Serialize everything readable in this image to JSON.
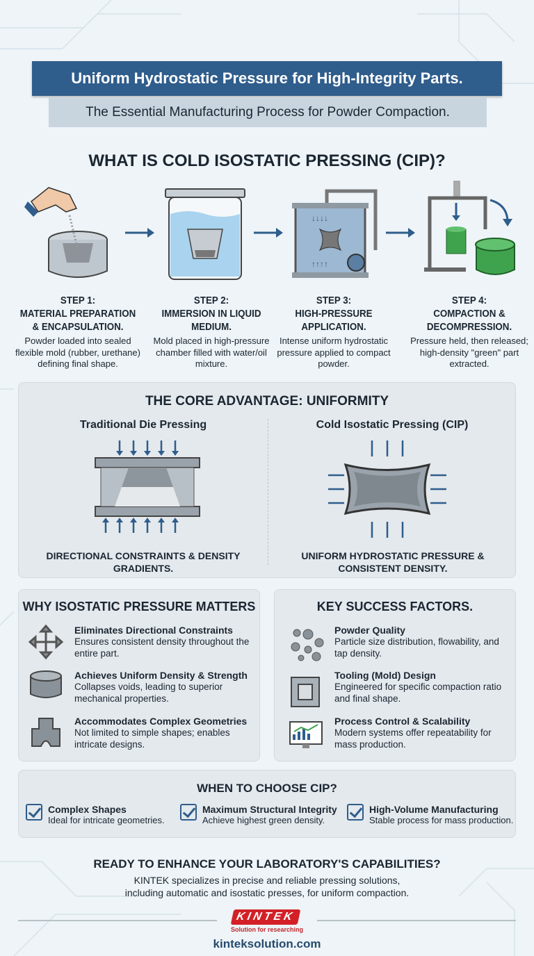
{
  "header": {
    "title": "Uniform Hydrostatic Pressure for High-Integrity Parts.",
    "subtitle": "The Essential Manufacturing Process for Powder Compaction."
  },
  "what_is": {
    "heading": "WHAT IS COLD ISOSTATIC PRESSING (CIP)?",
    "steps": [
      {
        "label": "STEP 1:",
        "title": "MATERIAL PREPARATION & ENCAPSULATION.",
        "desc": "Powder loaded into sealed flexible mold (rubber, urethane) defining final shape.",
        "icon": "hand-pouring-powder-icon"
      },
      {
        "label": "STEP 2:",
        "title": "IMMERSION IN LIQUID MEDIUM.",
        "desc": "Mold placed in high-pressure chamber filled with water/oil mixture.",
        "icon": "liquid-tank-icon"
      },
      {
        "label": "STEP 3:",
        "title": "HIGH-PRESSURE APPLICATION.",
        "desc": "Intense uniform hydrostatic pressure applied to compact powder.",
        "icon": "pressure-chamber-icon"
      },
      {
        "label": "STEP 4:",
        "title": "COMPACTION & DECOMPRESSION.",
        "desc": "Pressure held, then released; high-density \"green\" part extracted.",
        "icon": "press-green-part-icon"
      }
    ]
  },
  "core": {
    "heading": "THE CORE ADVANTAGE: UNIFORMITY",
    "left": {
      "title": "Traditional Die Pressing",
      "caption": "DIRECTIONAL CONSTRAINTS & DENSITY GRADIENTS."
    },
    "right": {
      "title": "Cold Isostatic Pressing (CIP)",
      "caption": "UNIFORM HYDROSTATIC PRESSURE & CONSISTENT DENSITY."
    }
  },
  "why": {
    "heading": "WHY ISOSTATIC PRESSURE MATTERS",
    "items": [
      {
        "title": "Eliminates Directional Constraints",
        "desc": "Ensures consistent density throughout the entire part.",
        "icon": "four-way-arrows-icon"
      },
      {
        "title": "Achieves Uniform Density & Strength",
        "desc": "Collapses voids, leading to superior mechanical properties.",
        "icon": "cylinder-part-icon"
      },
      {
        "title": "Accommodates Complex Geometries",
        "desc": "Not limited to simple shapes; enables intricate designs.",
        "icon": "complex-part-icon"
      }
    ]
  },
  "factors": {
    "heading": "KEY SUCCESS FACTORS.",
    "items": [
      {
        "title": "Powder Quality",
        "desc": "Particle size distribution, flowability, and tap density.",
        "icon": "particles-icon"
      },
      {
        "title": "Tooling (Mold) Design",
        "desc": "Engineered for specific compaction ratio and final shape.",
        "icon": "mold-icon"
      },
      {
        "title": "Process Control & Scalability",
        "desc": "Modern systems offer repeatability for mass production.",
        "icon": "monitor-chart-icon"
      }
    ]
  },
  "when": {
    "heading": "WHEN TO CHOOSE CIP?",
    "items": [
      {
        "title": "Complex Shapes",
        "desc": "Ideal for intricate geometries."
      },
      {
        "title": "Maximum Structural Integrity",
        "desc": "Achieve highest green density."
      },
      {
        "title": "High-Volume Manufacturing",
        "desc": "Stable process for mass production."
      }
    ]
  },
  "cta": {
    "heading": "READY TO ENHANCE YOUR LABORATORY'S CAPABILITIES?",
    "body": "KINTEK specializes in precise and reliable pressing solutions, including automatic and isostatic presses, for uniform compaction."
  },
  "footer": {
    "logo": "KINTEK",
    "tagline": "Solution for researching",
    "url": "kinteksolution.com"
  },
  "colors": {
    "primary": "#2f5d8c",
    "background": "#eef4f7",
    "panel": "#e4e9ed",
    "green": "#3fa34d",
    "logo_red": "#d32027"
  }
}
